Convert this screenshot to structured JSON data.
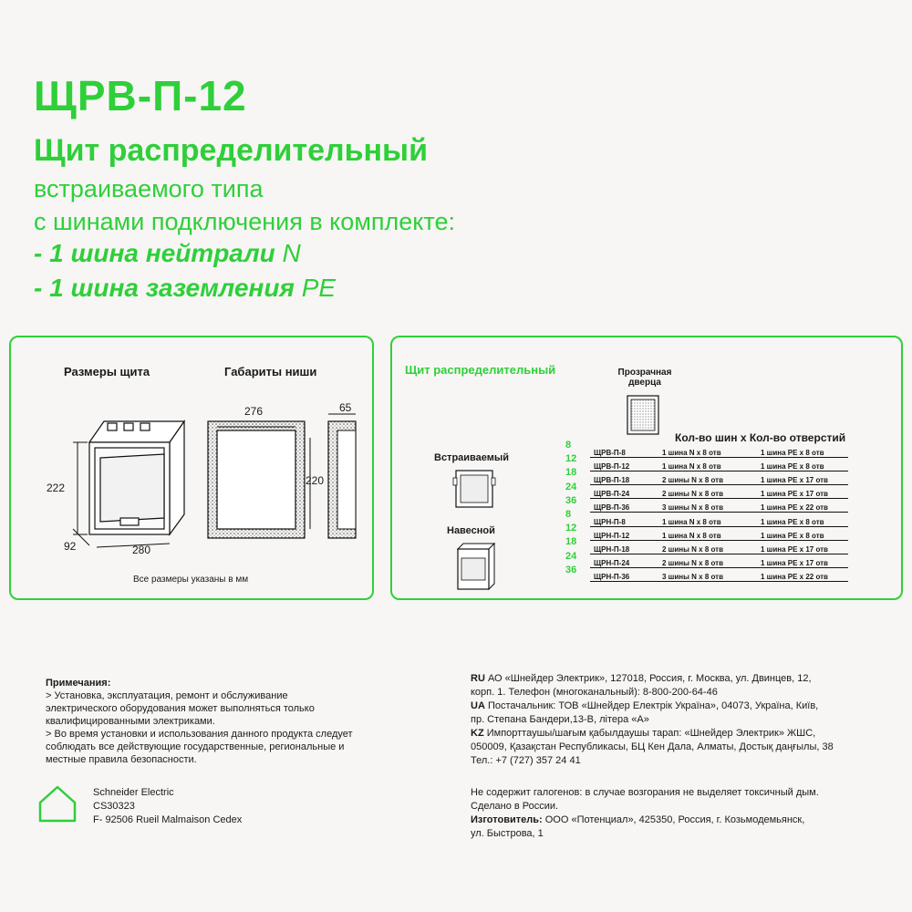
{
  "header": {
    "title": "ЩРВ-П-12",
    "subtitle": "Щит распределительный",
    "line1": "встраиваемого типа",
    "line2": "с шинами подключения в комплекте:",
    "bus1_prefix": "- 1 шина нейтрали",
    "bus1_symbol": "N",
    "bus2_prefix": "- 1 шина заземления",
    "bus2_symbol": "PE"
  },
  "left_panel": {
    "dims_label": "Размеры щита",
    "niche_label": "Габариты ниши",
    "height": "222",
    "depth": "92",
    "width": "280",
    "niche_width": "276",
    "niche_height": "220",
    "niche_depth": "65",
    "note": "Все размеры указаны в мм"
  },
  "right_panel": {
    "title": "Щит распределительный",
    "door_label_1": "Прозрачная",
    "door_label_2": "дверца",
    "col_header": "Кол-во шин х Кол-во отверстий",
    "flush_label": "Встраиваемый",
    "surface_label": "Навесной",
    "rows": [
      {
        "num": "8",
        "model": "ЩРВ-П-8",
        "n": "1 шина N х 8 отв",
        "pe": "1 шина PE х 8 отв"
      },
      {
        "num": "12",
        "model": "ЩРВ-П-12",
        "n": "1 шина N х 8 отв",
        "pe": "1 шина PE х 8 отв"
      },
      {
        "num": "18",
        "model": "ЩРВ-П-18",
        "n": "2 шины N х 8 отв",
        "pe": "1 шина PE х 17 отв"
      },
      {
        "num": "24",
        "model": "ЩРВ-П-24",
        "n": "2 шины N х 8 отв",
        "pe": "1 шина PE х 17 отв"
      },
      {
        "num": "36",
        "model": "ЩРВ-П-36",
        "n": "3 шины N х 8 отв",
        "pe": "1 шина PE х 22 отв"
      },
      {
        "num": "8",
        "model": "ЩРН-П-8",
        "n": "1 шина N х 8 отв",
        "pe": "1 шина PE х 8 отв"
      },
      {
        "num": "12",
        "model": "ЩРН-П-12",
        "n": "1 шина N х 8 отв",
        "pe": "1 шина PE х 8 отв"
      },
      {
        "num": "18",
        "model": "ЩРН-П-18",
        "n": "2 шины N х 8 отв",
        "pe": "1 шина PE х 17 отв"
      },
      {
        "num": "24",
        "model": "ЩРН-П-24",
        "n": "2 шины N х 8 отв",
        "pe": "1 шина PE х 17 отв"
      },
      {
        "num": "36",
        "model": "ЩРН-П-36",
        "n": "3 шины N х 8 отв",
        "pe": "1 шина PE х 22 отв"
      }
    ]
  },
  "notes": {
    "heading": "Примечания:",
    "line1": "> Установка, эксплуатация, ремонт и обслуживание",
    "line2": "электрического оборудования может выполняться только",
    "line3": "квалифицированными электриками.",
    "line4": "> Во время установки и использования данного продукта следует",
    "line5": "соблюдать все действующие государственные, региональные и",
    "line6": "местные правила безопасности."
  },
  "company": {
    "name": "Schneider Electric",
    "code": "CS30323",
    "address": "F- 92506 Rueil Malmaison Cedex"
  },
  "contacts": {
    "ru_code": "RU",
    "ru_1": " АО «Шнейдер Электрик», 127018, Россия, г. Москва, ул. Двинцев, 12,",
    "ru_2": "корп. 1. Телефон (многоканальный): 8-800-200-64-46",
    "ua_code": "UA",
    "ua_1": " Постачальник: ТОВ «Шнейдер Електрік Україна», 04073, Україна, Київ,",
    "ua_2": "пр. Степана Бандери,13-В, літера «А»",
    "kz_code": "KZ",
    "kz_1": " Импорттаушы/шағым қабылдаушы тарап: «Шнейдер Электрик» ЖШС,",
    "kz_2": "050009, Қазақстан Республикасы, БЦ Кен Дала, Алматы, Достық даңғылы, 38",
    "kz_3": "Тел.: +7 (727) 357 24 41"
  },
  "footer": {
    "halogen": "Не содержит галогенов: в случае возгорания не выделяет токсичный дым.",
    "made": "Сделано в России.",
    "maker_label": "Изготовитель:",
    "maker_1": " ООО «Потенциал», 425350, Россия, г. Козьмодемьянск,",
    "maker_2": "ул. Быстрова, 1"
  }
}
